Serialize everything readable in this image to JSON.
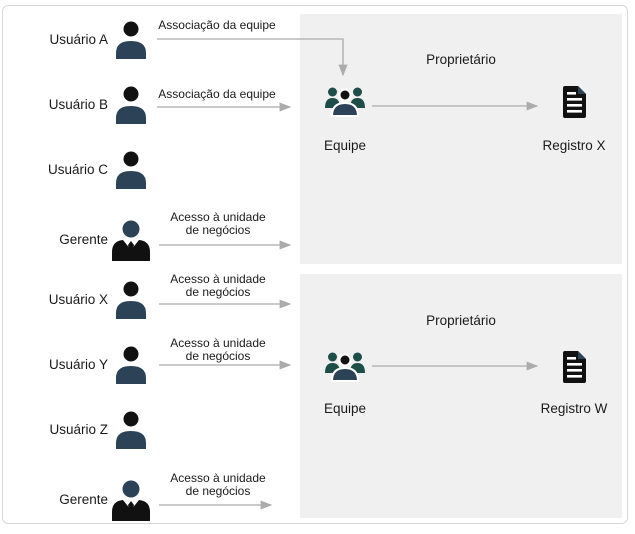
{
  "colors": {
    "navy": "#2c4257",
    "teal": "#1f4e4a",
    "icon_black": "#111111",
    "box_bg": "#f0f0f0",
    "arrow_gray": "#ababab",
    "frame_border": "#d8d8d8",
    "text": "#1a1a1a",
    "page_bg": "#ffffff"
  },
  "left_column": {
    "rows": [
      {
        "name": "Usuário A",
        "icon": "user-icon",
        "arrow_label": "Associação da equipe"
      },
      {
        "name": "Usuário B",
        "icon": "user-icon",
        "arrow_label": "Associação da equipe"
      },
      {
        "name": "Usuário C",
        "icon": "user-icon",
        "arrow_label": ""
      },
      {
        "name": "Gerente",
        "icon": "manager-icon",
        "arrow_label": "Acesso à unidade de negócios"
      },
      {
        "name": "Usuário X",
        "icon": "user-icon",
        "arrow_label": "Acesso à unidade de negócios"
      },
      {
        "name": "Usuário Y",
        "icon": "user-icon",
        "arrow_label": "Acesso à unidade de negócios"
      },
      {
        "name": "Usuário Z",
        "icon": "user-icon",
        "arrow_label": ""
      },
      {
        "name": "Gerente",
        "icon": "manager-icon",
        "arrow_label": "Acesso à unidade de negócios"
      }
    ]
  },
  "groups": [
    {
      "title": "Proprietário",
      "team_label": "Equipe",
      "team_icon": "team-icon",
      "record_label": "Registro X",
      "record_icon": "document-icon"
    },
    {
      "title": "Proprietário",
      "team_label": "Equipe",
      "team_icon": "team-icon",
      "record_label": "Registro W",
      "record_icon": "document-icon"
    }
  ]
}
